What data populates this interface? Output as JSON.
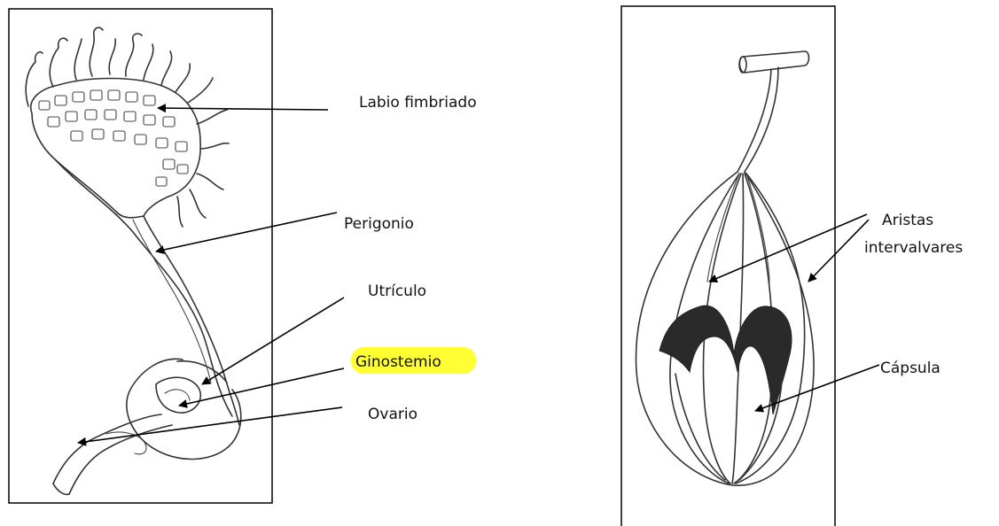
{
  "left_panel": {
    "labels": {
      "labio": "Labio fimbriado",
      "perigonio": "Perigonio",
      "utriculo": "Utrículo",
      "ginostemio": "Ginostemio",
      "ovario": "Ovario"
    },
    "highlight_color": "#ffff33"
  },
  "right_panel": {
    "labels": {
      "aristas_1": "Aristas",
      "aristas_2": "intervalvares",
      "capsula": "Cápsula"
    }
  }
}
